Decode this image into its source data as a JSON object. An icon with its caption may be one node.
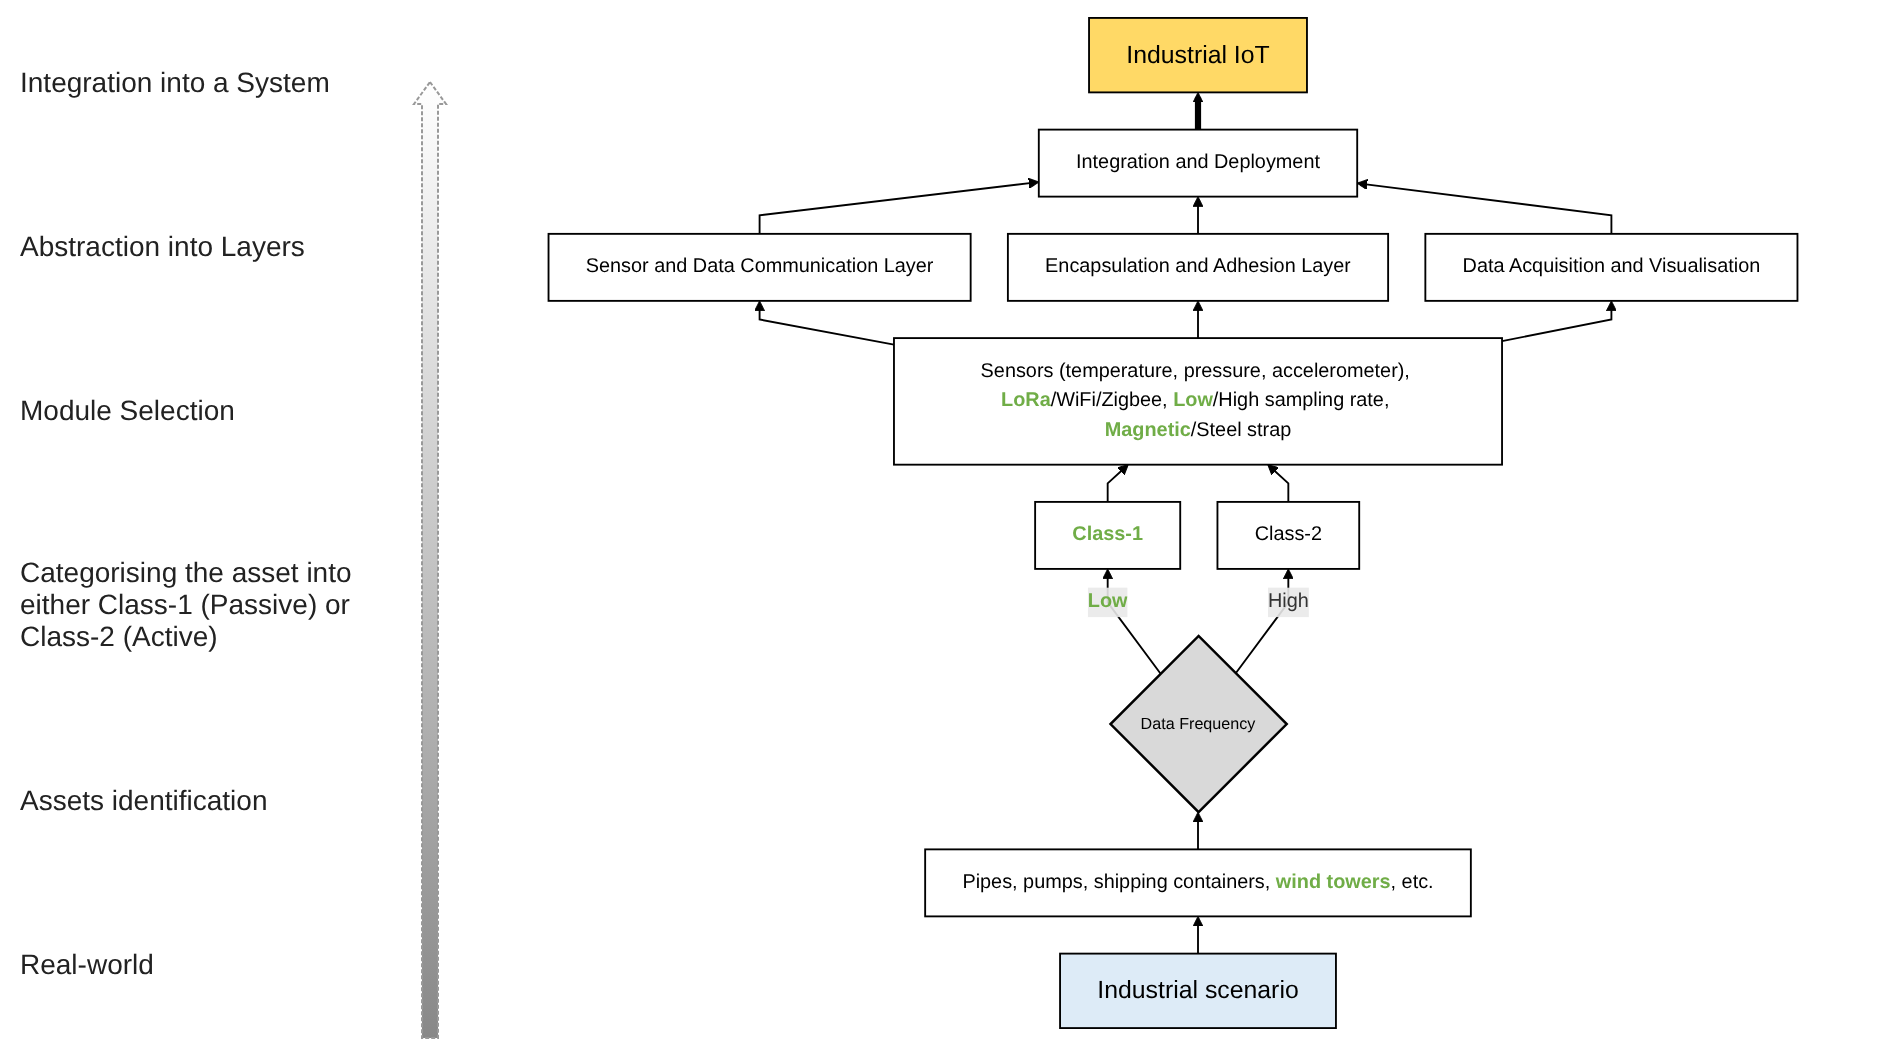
{
  "diagram": {
    "nodes": [
      {
        "text": [
          "Industrial IoT"
        ]
      },
      {
        "text": [
          "Integration and Deployment"
        ]
      },
      {
        "text": [
          "Sensor and Data Communication Layer"
        ]
      },
      {
        "text": [
          "Encapsulation and Adhesion Layer"
        ]
      },
      {
        "text": [
          "Data Acquisition and Visualisation"
        ]
      },
      {
        "text": [
          "Sensors (temperature, pressure, accelerometer), **LoRa**/WiFi/Zigbee, **Low**/High sampling rate, **Magnetic**/Steel strap"
        ]
      },
      {
        "text": [
          "Class-1"
        ]
      },
      {
        "text": [
          "Data Frequency"
        ]
      },
      {
        "text": [
          "Class-2"
        ]
      },
      {
        "text": [
          "Pipes, pumps, shipping containers, **wind towers**, etc."
        ]
      },
      {
        "text": [
          "Industrial scenario"
        ]
      }
    ],
    "edges": [
      {
        "from": 10,
        "to": 9,
        "arrow": "to"
      },
      {
        "from": 9,
        "to": 7,
        "arrow": "to"
      },
      {
        "from": 7,
        "to": 6,
        "arrow": "to",
        "label": "Low"
      },
      {
        "from": 7,
        "to": 8,
        "arrow": "to",
        "label": "High"
      },
      {
        "from": 6,
        "to": 5,
        "arrow": "to"
      },
      {
        "from": 8,
        "to": 5,
        "arrow": "to"
      },
      {
        "from": 5,
        "to": 2,
        "arrow": "to"
      },
      {
        "from": 5,
        "to": 3,
        "arrow": "to"
      },
      {
        "from": 5,
        "to": 4,
        "arrow": "to"
      },
      {
        "from": 2,
        "to": 1,
        "arrow": "to"
      },
      {
        "from": 3,
        "to": 1,
        "arrow": "to"
      },
      {
        "from": 4,
        "to": 1,
        "arrow": "to"
      },
      {
        "from": 1,
        "to": 0,
        "arrow": "to",
        "style": "thick"
      }
    ],
    "labels": [
      "Integration into a System",
      "Abstraction into Layers",
      "Module Selection",
      "Categorising the asset into either Class-1 (Passive) or Class-2 (Active)",
      "Assets identification",
      "Real-world"
    ]
  }
}
